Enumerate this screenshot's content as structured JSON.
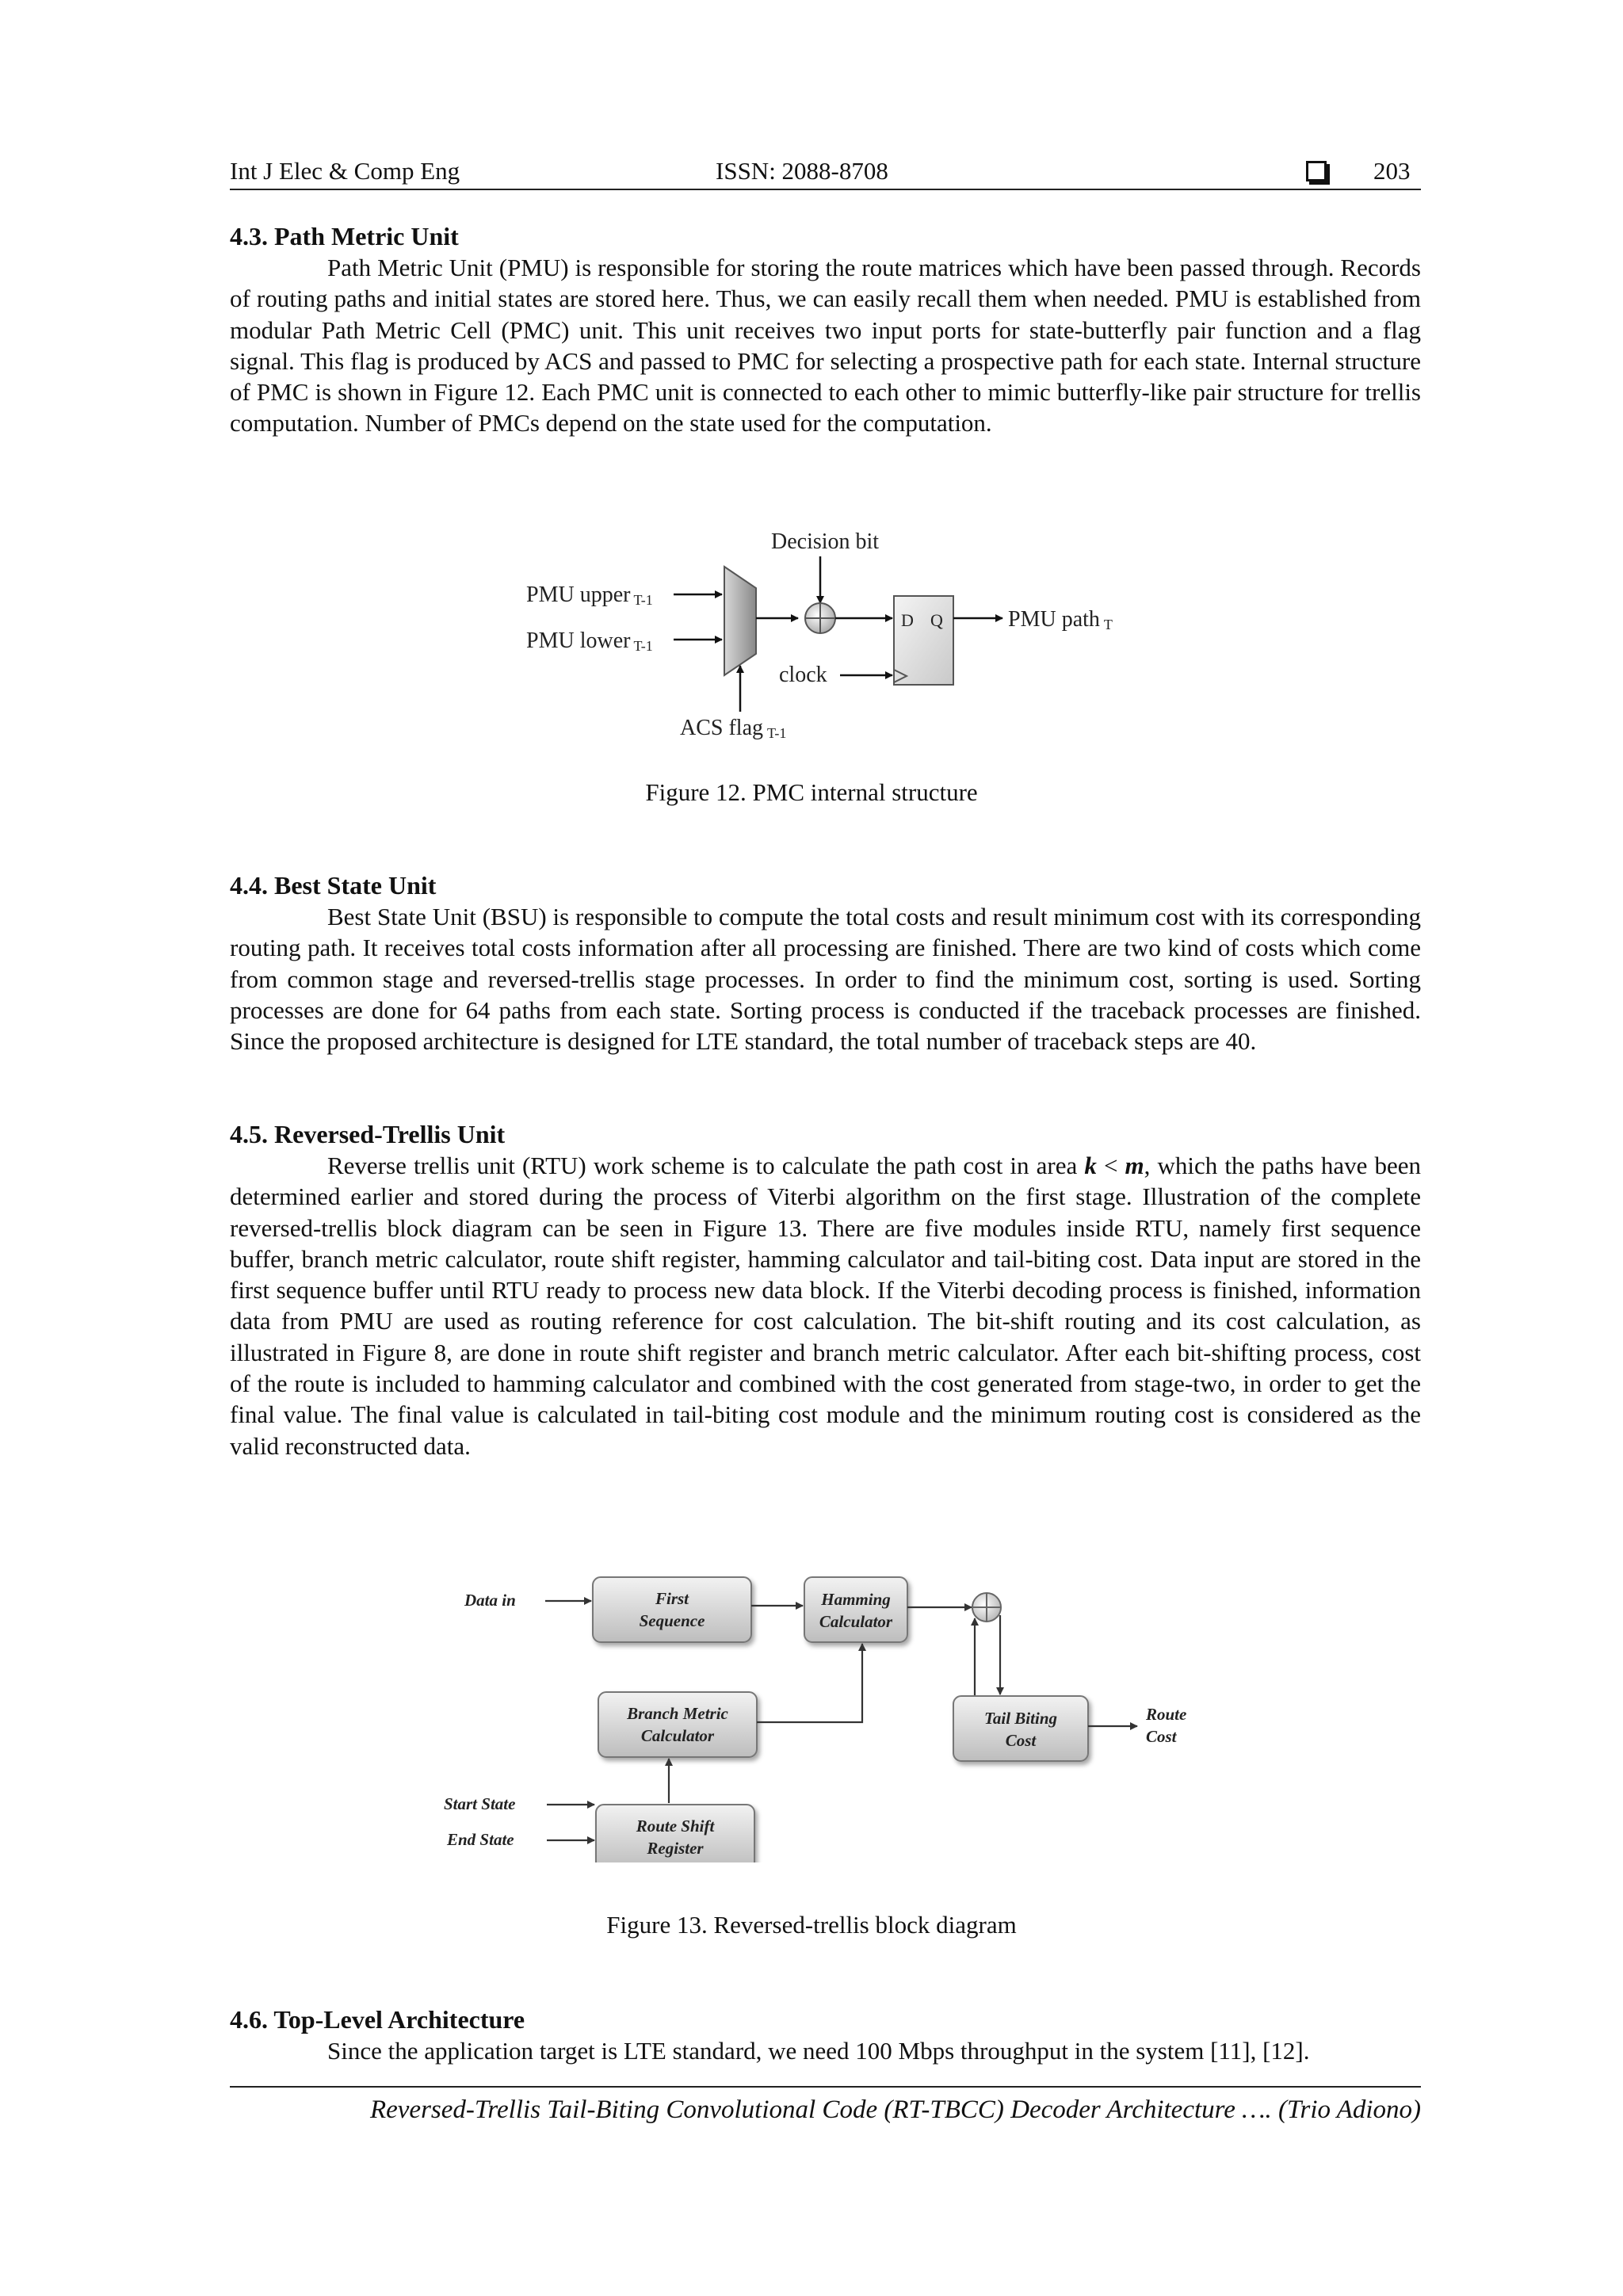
{
  "header": {
    "journal": "Int J Elec & Comp Eng",
    "issn": "ISSN: 2088-8708",
    "page_number": "203"
  },
  "section_4_3": {
    "heading": "4.3.  Path Metric Unit",
    "paragraph": "Path Metric Unit (PMU) is responsible for storing the route matrices which have been passed through. Records of routing paths and initial states are stored here. Thus, we can easily recall them when needed. PMU is established from modular Path Metric Cell (PMC) unit. This unit receives two input ports for state-butterfly pair function and a flag signal. This flag is produced by ACS and passed to PMC for selecting a prospective path for each state. Internal structure of PMC is shown in Figure 12. Each PMC unit is connected to each other to mimic butterfly-like pair structure for trellis computation. Number of PMCs depend on the state used for the computation."
  },
  "figure12": {
    "decision_bit": "Decision bit",
    "pmu_upper": "PMU upper",
    "pmu_upper_sub": "T-1",
    "pmu_lower": "PMU lower",
    "pmu_lower_sub": "T-1",
    "d_label": "D",
    "q_label": "Q",
    "pmu_path": "PMU path",
    "pmu_path_sub": "T",
    "clock": "clock",
    "acs_flag": "ACS flag",
    "acs_flag_sub": "T-1",
    "caption": "Figure 12. PMC internal structure"
  },
  "section_4_4": {
    "heading": "4.4.  Best State Unit",
    "paragraph": "Best State Unit (BSU) is responsible to compute the total costs and result minimum cost with its corresponding routing path. It receives total costs information after all processing are finished. There are two kind of costs which come from common stage and reversed-trellis stage processes. In order to find the minimum cost, sorting is used. Sorting processes are done for 64 paths from each state. Sorting process is conducted if the traceback processes are finished. Since the proposed architecture is designed for LTE standard, the total number of traceback steps are 40."
  },
  "section_4_5": {
    "heading": "4.5.  Reversed-Trellis Unit",
    "para_part1": "Reverse trellis unit (RTU) work scheme is to calculate the path cost in area ",
    "var_k": "k",
    "lt": " < ",
    "var_m": "m",
    "para_part2": ", which the paths have been determined earlier and stored during the process of Viterbi algorithm on the first stage. Illustration of the complete reversed-trellis block diagram can be seen in Figure 13. There are five modules inside RTU, namely first sequence buffer, branch metric calculator, route shift register, hamming calculator and tail-biting cost. Data input are stored in the first sequence buffer until RTU ready to process new data block. If the Viterbi decoding process is finished, information data from PMU are used as routing reference for cost calculation. The bit-shift routing and its cost calculation, as illustrated in Figure 8, are done in route shift register and branch metric calculator. After each bit-shifting process, cost of the route is included to hamming calculator and combined with the cost generated from stage-two, in order to get the final value. The final value is calculated in tail-biting cost module and the minimum routing cost is considered as the valid reconstructed data."
  },
  "figure13": {
    "data_in": "Data in",
    "first_seq_1": "First",
    "first_seq_2": "Sequence",
    "hamming_1": "Hamming",
    "hamming_2": "Calculator",
    "branch_1": "Branch Metric",
    "branch_2": "Calculator",
    "tail_1": "Tail Biting",
    "tail_2": "Cost",
    "route_cost_1": "Route",
    "route_cost_2": "Cost",
    "start_state": "Start State",
    "end_state": "End State",
    "rsr_1": "Route Shift",
    "rsr_2": "Register",
    "caption": "Figure 13. Reversed-trellis block diagram"
  },
  "section_4_6": {
    "heading": "4.6.  Top-Level Architecture",
    "paragraph": "Since the application target is LTE standard, we need 100 Mbps throughput in the system [11], [12]."
  },
  "footer": {
    "text": "Reversed-Trellis Tail-Biting Convolutional Code (RT-TBCC) Decoder Architecture …. (Trio Adiono)"
  }
}
